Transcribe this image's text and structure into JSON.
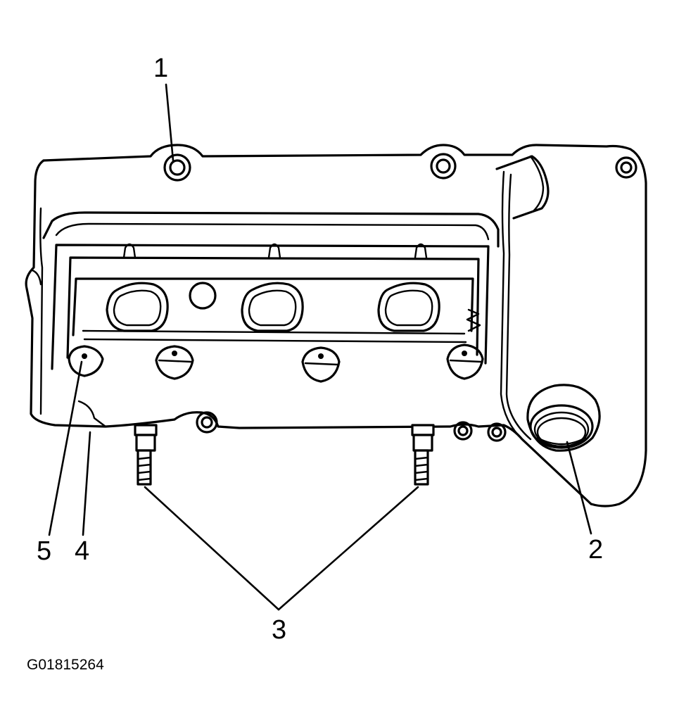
{
  "callouts": {
    "c1": "1",
    "c2": "2",
    "c3": "3",
    "c4": "4",
    "c5": "5"
  },
  "figure_id": "G01815264"
}
